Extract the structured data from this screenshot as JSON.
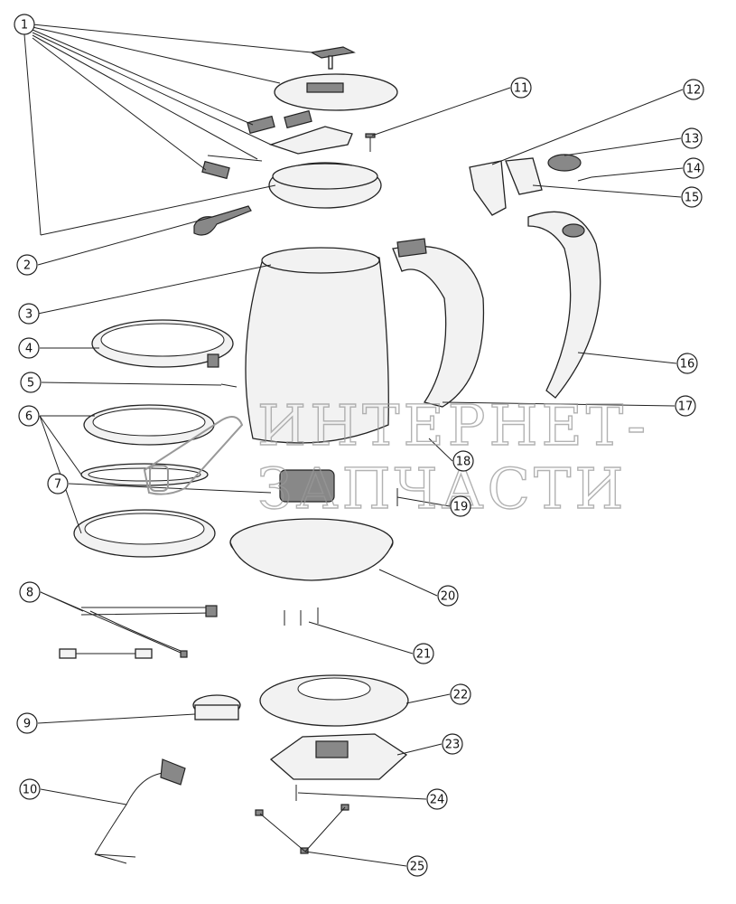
{
  "diagram": {
    "title": "Kettle exploded parts view",
    "callouts": [
      "1",
      "2",
      "3",
      "4",
      "5",
      "6",
      "7",
      "8",
      "9",
      "10",
      "11",
      "12",
      "13",
      "14",
      "15",
      "16",
      "17",
      "18",
      "19",
      "20",
      "21",
      "22",
      "23",
      "24",
      "25"
    ],
    "watermark": {
      "line1": "ИНТЕРНЕТ-",
      "line2": "ЗАПЧАСТИ"
    }
  }
}
